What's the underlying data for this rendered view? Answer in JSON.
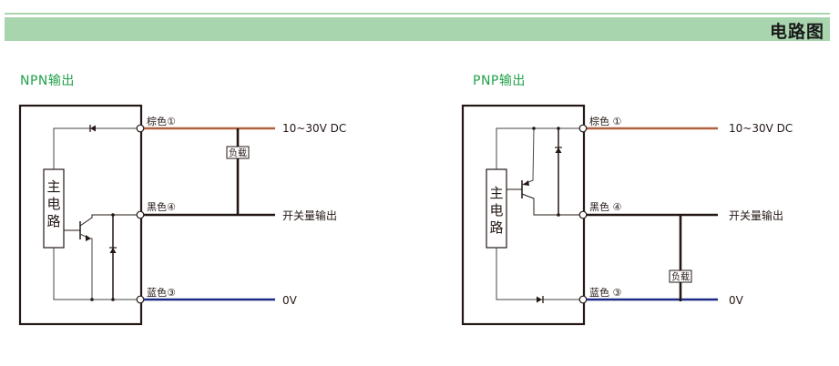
{
  "header": {
    "title": "电路图"
  },
  "colors": {
    "header_bg": "#a8d5ae",
    "title_green": "#1fa24a",
    "brown_wire": "#b0613f",
    "black_wire": "#231815",
    "blue_wire": "#1d2a86"
  },
  "diagrams": [
    {
      "title": "NPN输出",
      "main_circuit": [
        "主",
        "电",
        "路"
      ],
      "wires": [
        {
          "label": "棕色①",
          "terminal": "10~30V DC",
          "color": "brown"
        },
        {
          "label": "黑色④",
          "terminal": "开关量输出",
          "color": "black"
        },
        {
          "label": "蓝色③",
          "terminal": "0V",
          "color": "blue"
        }
      ],
      "load_label": "负载"
    },
    {
      "title": "PNP输出",
      "main_circuit": [
        "主",
        "电",
        "路"
      ],
      "wires": [
        {
          "label": "棕色 ①",
          "terminal": "10~30V DC",
          "color": "brown"
        },
        {
          "label": "黑色 ④",
          "terminal": "开关量输出",
          "color": "black"
        },
        {
          "label": "蓝色 ③",
          "terminal": "0V",
          "color": "blue"
        }
      ],
      "load_label": "负载"
    }
  ]
}
